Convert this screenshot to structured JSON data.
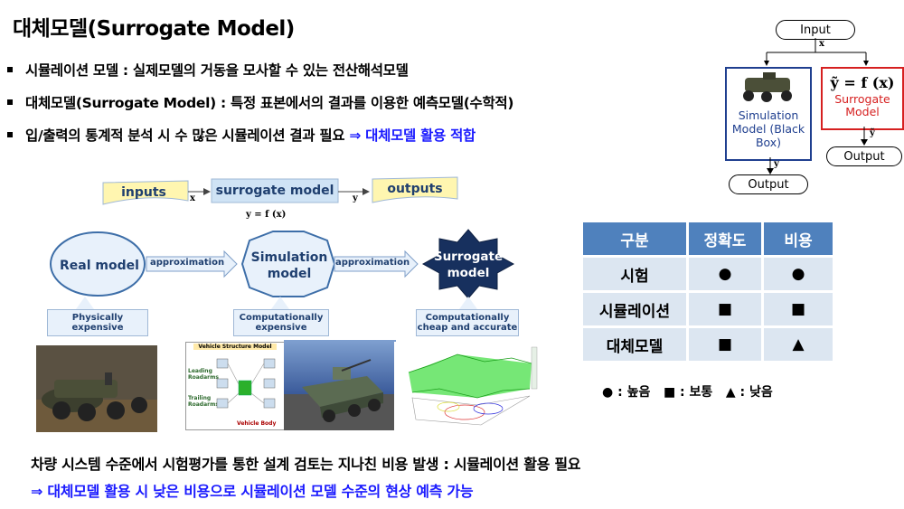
{
  "title": "대체모델(Surrogate Model)",
  "bullets": [
    {
      "text": "시뮬레이션 모델 : 실제모델의 거동을 모사할 수 있는 전산해석모델"
    },
    {
      "text": "대체모델(Surrogate Model) : 특정 표본에서의 결과를 이용한 예측모델(수학적)"
    },
    {
      "text": "입/출력의 통계적 분석 시 수 많은 시뮬레이션 결과 필요 ",
      "highlight": "⇒ 대체모델 활용 적합"
    }
  ],
  "flow": {
    "inputs": "inputs",
    "x": "x",
    "surrogate": "surrogate model",
    "y": "y",
    "outputs": "outputs",
    "equation": "y = f (x)"
  },
  "stages": {
    "real": "Real model",
    "simulation": "Simulation model",
    "surrogate": "Surrogate model",
    "arrow1": "approximation",
    "arrow2": "approximation",
    "caption_real": "Physically expensive",
    "caption_sim": "Computationally expensive",
    "caption_sur": "Computationally cheap and accurate",
    "vsm_title": "Vehicle Structure Model",
    "vsm_leading": "Leading Roadarms",
    "vsm_trailing": "Trailing Roadarms",
    "vsm_body": "Vehicle Body"
  },
  "table": {
    "headers": [
      "구분",
      "정확도",
      "비용"
    ],
    "rows": [
      [
        "시험",
        "●",
        "●"
      ],
      [
        "시뮬레이션",
        "■",
        "■"
      ],
      [
        "대체모델",
        "■",
        "▲"
      ]
    ]
  },
  "legend": "● : 높음   ■ : 보통   ▲ : 낮음",
  "diagram": {
    "input": "Input",
    "x": "x",
    "sim_label": "Simulation Model (Black Box)",
    "y": "y",
    "output_left": "Output",
    "equation": "ỹ = f (x)",
    "surrogate_label": "Surrogate Model",
    "ytilde": "ỹ",
    "output_right": "Output"
  },
  "bottom": {
    "line1": "차량 시스템 수준에서 시험평가를 통한 설계 검토는 지나친 비용 발생 : 시뮬레이션 활용 필요",
    "line2": "⇒ 대체모델 활용 시 낮은 비용으로 시뮬레이션 모델 수준의 현상 예측 가능"
  },
  "colors": {
    "accent_blue": "#1a1aff",
    "table_header": "#4f81bd",
    "table_cell": "#dce6f1",
    "sim_box": "#1f3f8f",
    "surrogate_box": "#d62020"
  }
}
